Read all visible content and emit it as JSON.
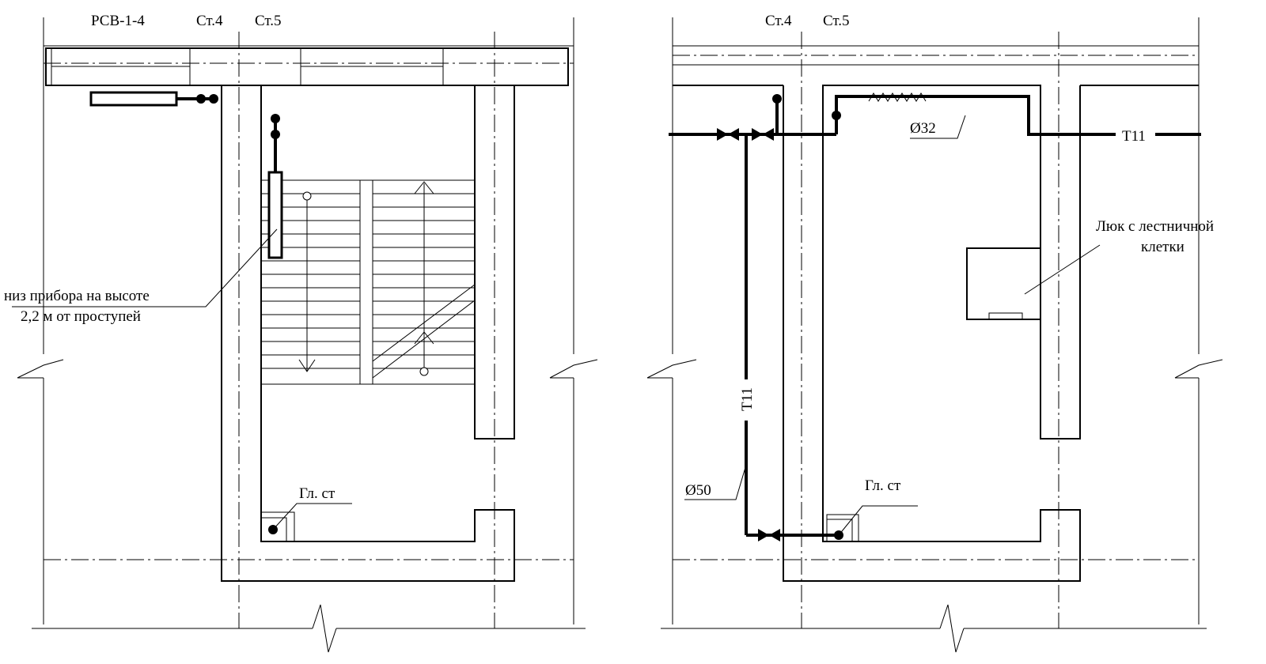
{
  "left_plan": {
    "labels": {
      "device_mark": "РСВ-1-4",
      "axis_st4": "Ст.4",
      "axis_st5": "Ст.5",
      "device_note_line1": "низ прибора на высоте",
      "device_note_line2": "2,2 м от проступей",
      "main_riser": "Гл. ст"
    }
  },
  "right_plan": {
    "labels": {
      "axis_st4": "Ст.4",
      "axis_st5": "Ст.5",
      "pipe_diameter_top": "Ø32",
      "pipe_code_right": "Т11",
      "pipe_code_vertical": "Т11",
      "pipe_diameter_riser": "Ø50",
      "hatch_note_line1": "Люк с лестничной",
      "hatch_note_line2": "клетки",
      "main_riser": "Гл. ст"
    }
  }
}
